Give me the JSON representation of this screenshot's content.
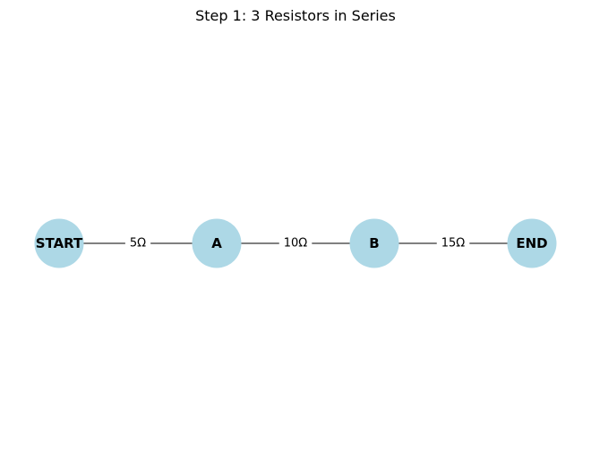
{
  "title": "Step 1: 3 Resistors in Series",
  "colors": {
    "node_fill": "#add8e6",
    "edge_stroke": "#000000",
    "label_background": "#ffffff"
  },
  "nodes": [
    {
      "id": "start",
      "label": "START"
    },
    {
      "id": "a",
      "label": "A"
    },
    {
      "id": "b",
      "label": "B"
    },
    {
      "id": "end",
      "label": "END"
    }
  ],
  "edges": [
    {
      "from": "start",
      "to": "a",
      "label": "5Ω"
    },
    {
      "from": "a",
      "to": "b",
      "label": "10Ω"
    },
    {
      "from": "b",
      "to": "end",
      "label": "15Ω"
    }
  ]
}
